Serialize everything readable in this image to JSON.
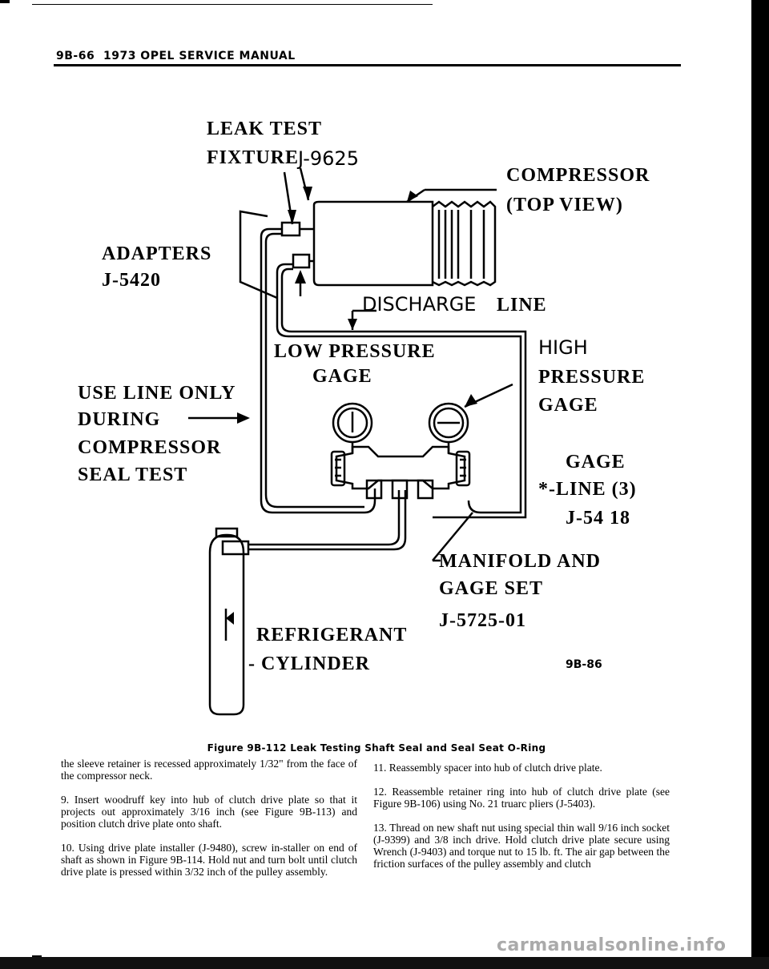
{
  "header": {
    "page_number": "9B-66",
    "title": "1973 OPEL SERVICE MANUAL"
  },
  "diagram": {
    "labels": {
      "leak_test_fixture_1": "LEAK TEST",
      "leak_test_fixture_2": "FIXTURE",
      "leak_test_fixture_tool": "J-9625",
      "compressor_1": "COMPRESSOR",
      "compressor_2": "(TOP VIEW)",
      "adapters_1": "ADAPTERS",
      "adapters_2": "J-5420",
      "discharge_line_a": "DISCHARGE",
      "discharge_line_b": "LINE",
      "low_pressure_1": "LOW PRESSURE",
      "low_pressure_2": "GAGE",
      "high_pressure_1": "HIGH",
      "high_pressure_2": "PRESSURE",
      "high_pressure_3": "GAGE",
      "use_line_1": "USE LINE ONLY",
      "use_line_2": "DURING",
      "use_line_3": "COMPRESSOR",
      "use_line_4": "SEAL TEST",
      "gage_line_1": "GAGE",
      "gage_line_2": "*-LINE (3)",
      "gage_line_3": "J-54 18",
      "manifold_1": "MANIFOLD AND",
      "manifold_2": "GAGE SET",
      "manifold_3": "J-5725-01",
      "refrigerant_1": "REFRIGERANT",
      "refrigerant_2": "- CYLINDER",
      "figure_id": "9B-86"
    }
  },
  "caption": "Figure 9B-112 Leak Testing Shaft Seal and Seal Seat O-Ring",
  "left_column": [
    "the sleeve retainer is recessed approximately 1/32\" from the face of the compressor neck.",
    "9. Insert woodruff key into hub of clutch drive plate so that it projects out approximately 3/16 inch (see Figure 9B-113) and position clutch drive plate onto shaft.",
    "10. Using drive plate installer (J-9480), screw in-staller on end of shaft as shown in Figure 9B-114. Hold nut and turn bolt until clutch drive plate is pressed within 3/32 inch of the pulley assembly."
  ],
  "right_column": [
    "11. Reassembly spacer into hub of clutch drive plate.",
    "12. Reassemble retainer ring into hub of clutch drive plate (see Figure 9B-106) using No. 21 truarc pliers (J-5403).",
    "13. Thread on new shaft nut using special thin wall 9/16 inch socket (J-9399) and 3/8 inch drive. Hold clutch drive plate secure using Wrench (J-9403) and torque nut to 15 lb. ft. The air gap between the friction surfaces of the pulley assembly and clutch"
  ],
  "watermark": "carmanualsonline.info"
}
